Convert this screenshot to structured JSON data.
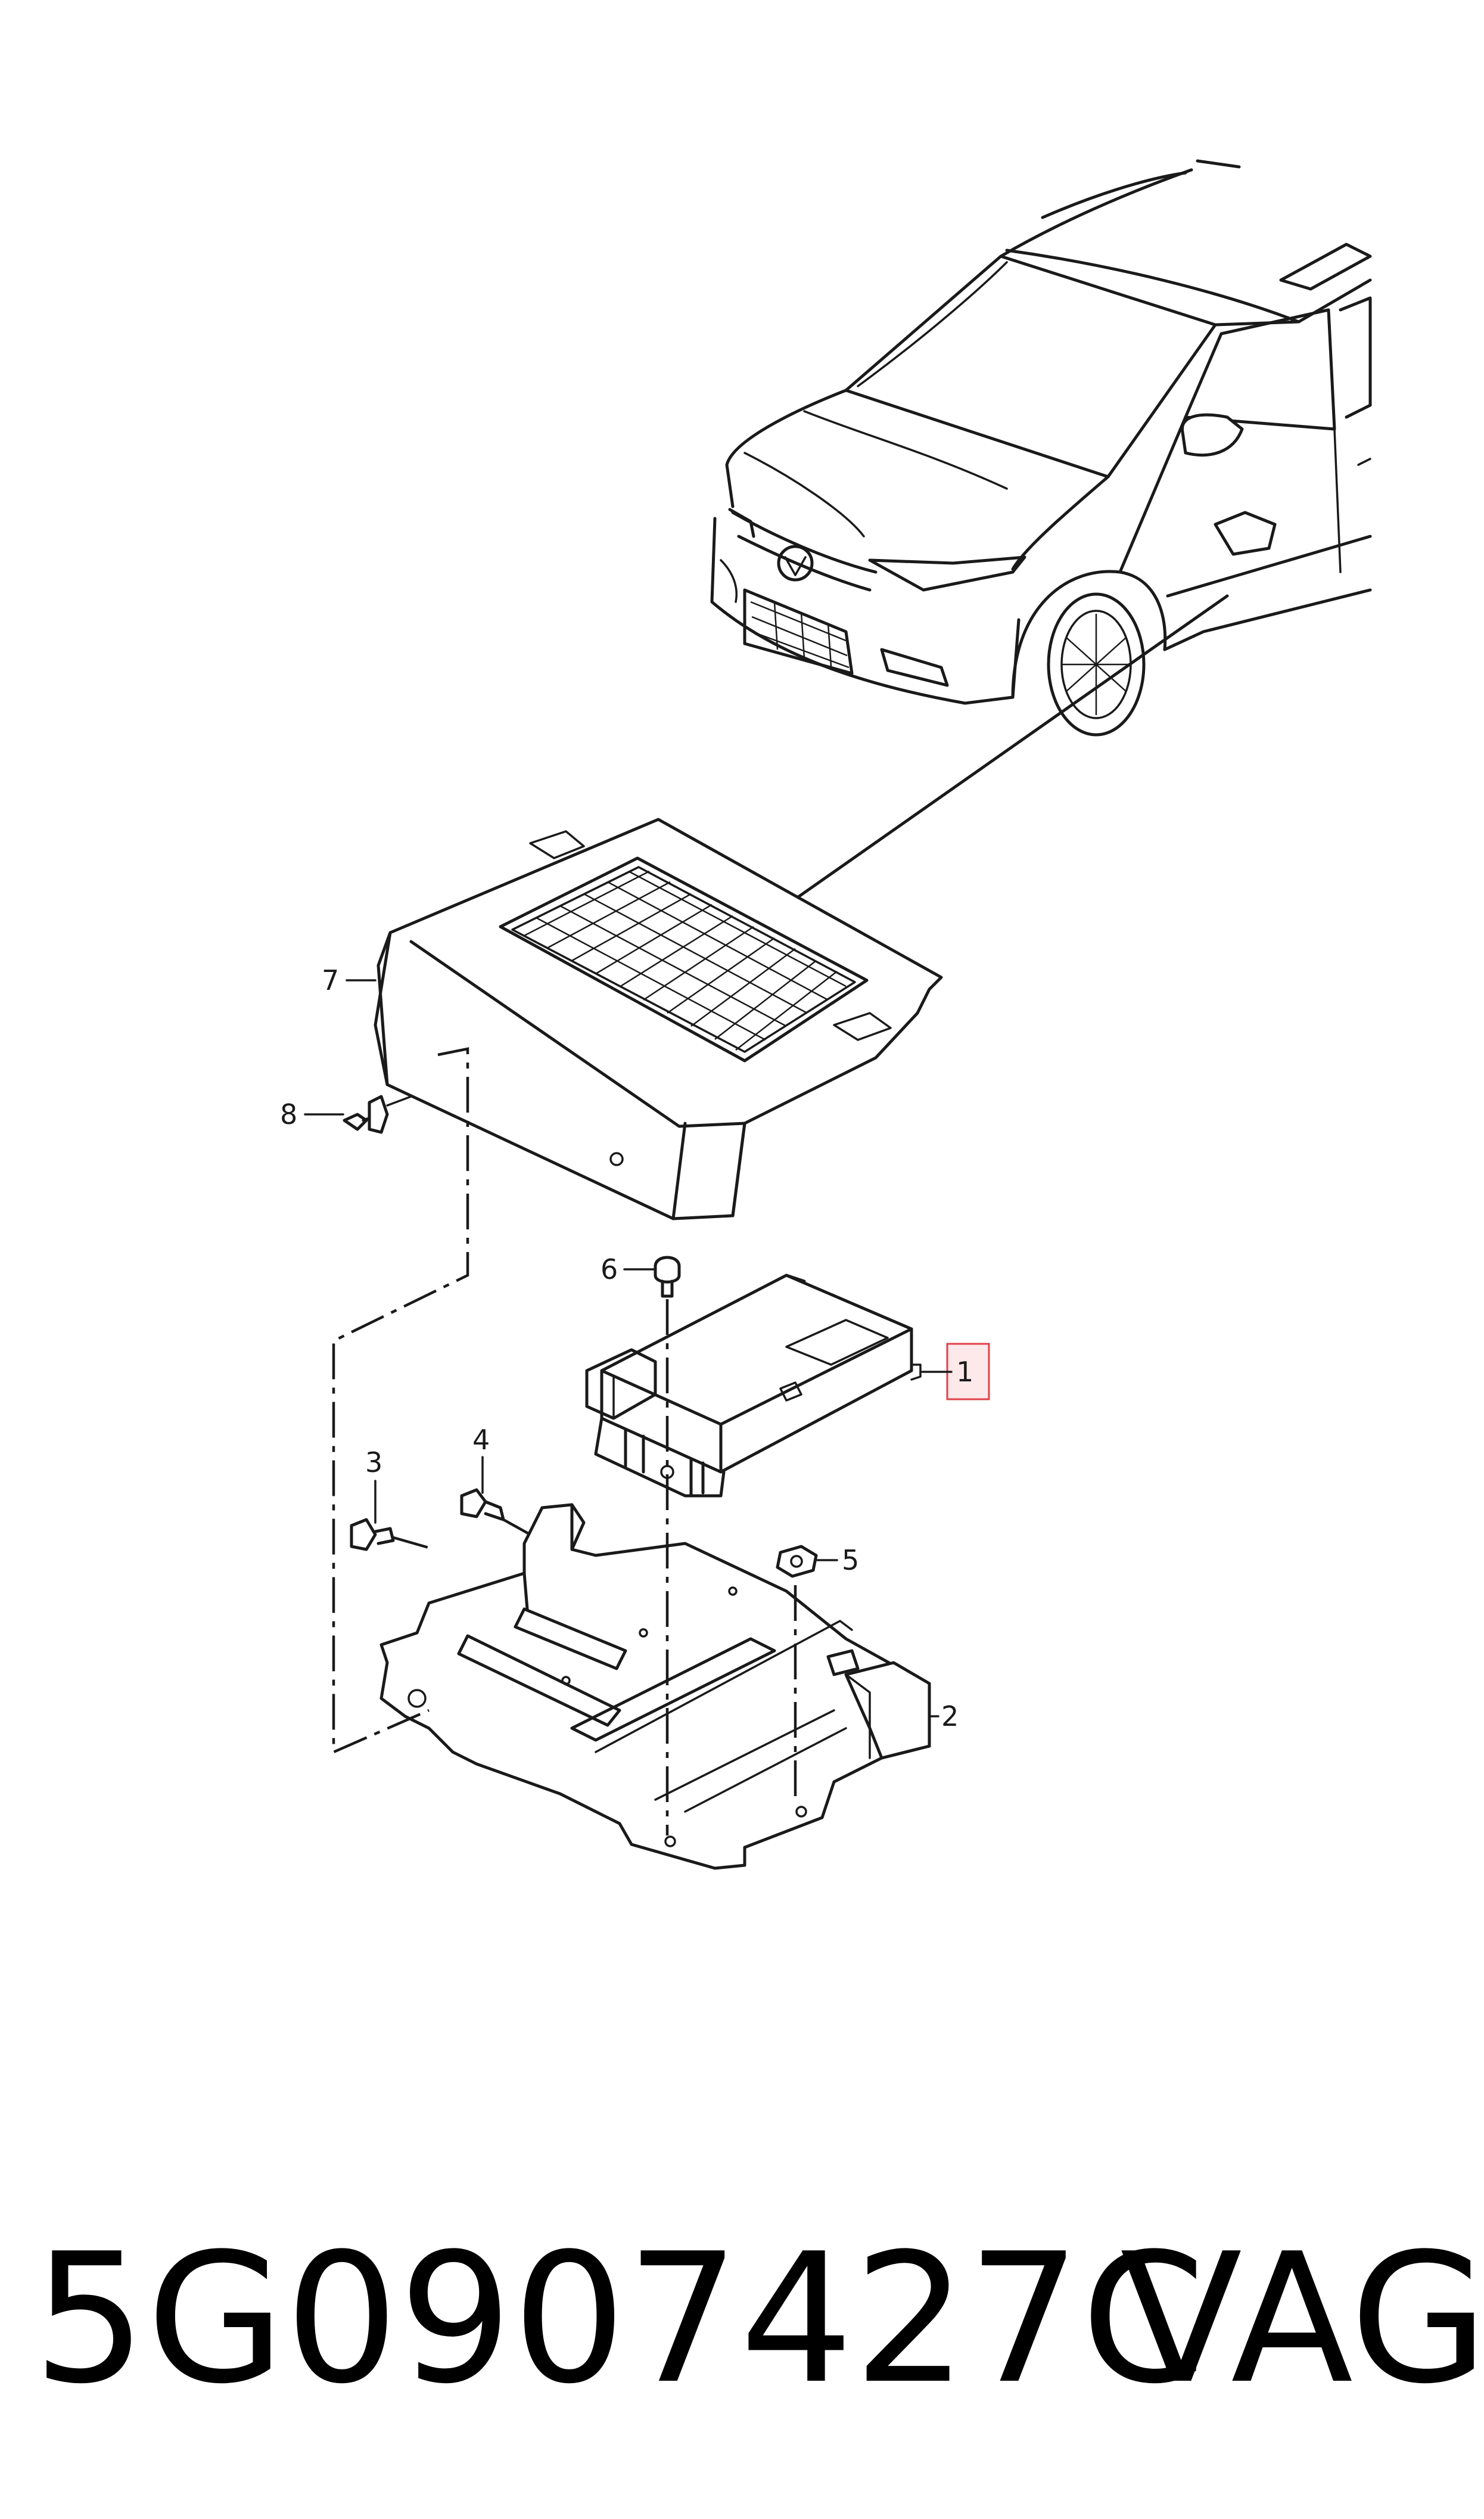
{
  "callouts": [
    "1",
    "2",
    "3",
    "4",
    "5",
    "6",
    "7",
    "8"
  ],
  "part_number": "5G0907427C",
  "brand": "VAG",
  "highlight_color": "#e0404a"
}
